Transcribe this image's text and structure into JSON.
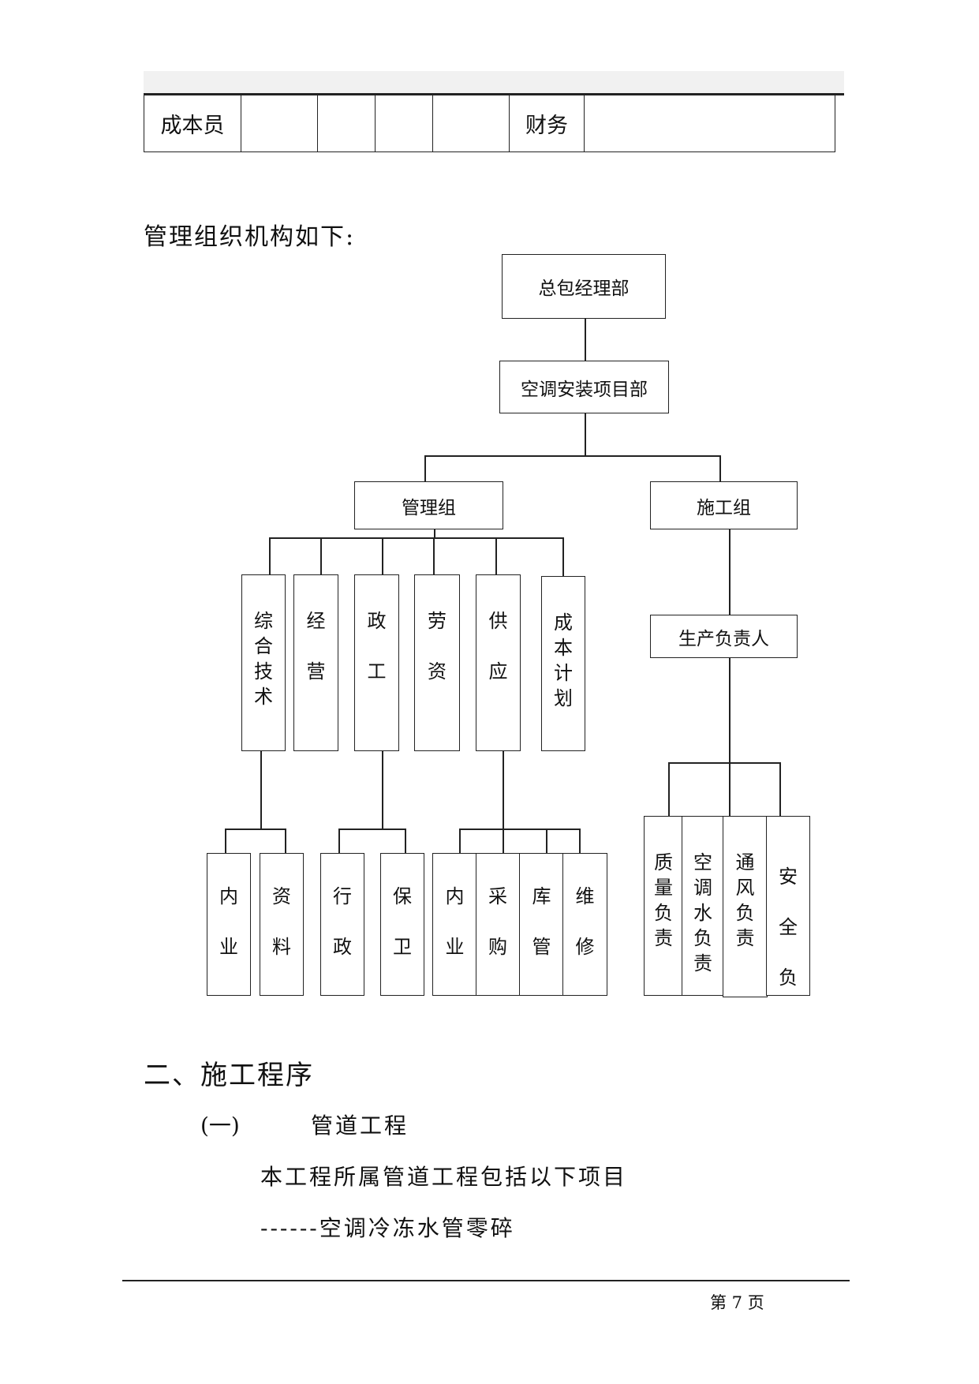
{
  "table": {
    "row": [
      "成本员",
      "",
      "",
      "",
      "",
      "财务",
      ""
    ]
  },
  "intro": "管理组织机构如下:",
  "org": {
    "top": "总包经理部",
    "project": "空调安装项目部",
    "mgmt_group": "管理组",
    "constr_group": "施工组",
    "mgmt_units": [
      {
        "label": "综\n合\n技\n术"
      },
      {
        "label": "经\n\n营"
      },
      {
        "label": "政\n\n工"
      },
      {
        "label": "劳\n\n资"
      },
      {
        "label": "供\n\n应"
      },
      {
        "label": "成\n本\n计\n划"
      }
    ],
    "prod_head": "生产负责人",
    "tech_subs": [
      {
        "label": "内\n\n业"
      },
      {
        "label": "资\n\n料"
      }
    ],
    "pol_subs": [
      {
        "label": "行\n\n政"
      },
      {
        "label": "保\n\n卫"
      }
    ],
    "supply_subs": [
      {
        "label": "内\n\n业"
      },
      {
        "label": "采\n\n购"
      },
      {
        "label": "库\n\n管"
      },
      {
        "label": "维\n\n修"
      }
    ],
    "prod_subs": [
      {
        "label": "质\n量\n负\n责"
      },
      {
        "label": "空\n调\n水\n负\n责"
      },
      {
        "label": "通\n风\n负\n责"
      },
      {
        "label": "安\n\n全\n\n负"
      }
    ]
  },
  "section_heading": "二、施工程序",
  "sub_heading": {
    "num": "(一)",
    "title": "管道工程"
  },
  "paragraphs": [
    "本工程所属管道工程包括以下项目",
    "------空调冷冻水管零碎"
  ],
  "footer": "第 7 页"
}
